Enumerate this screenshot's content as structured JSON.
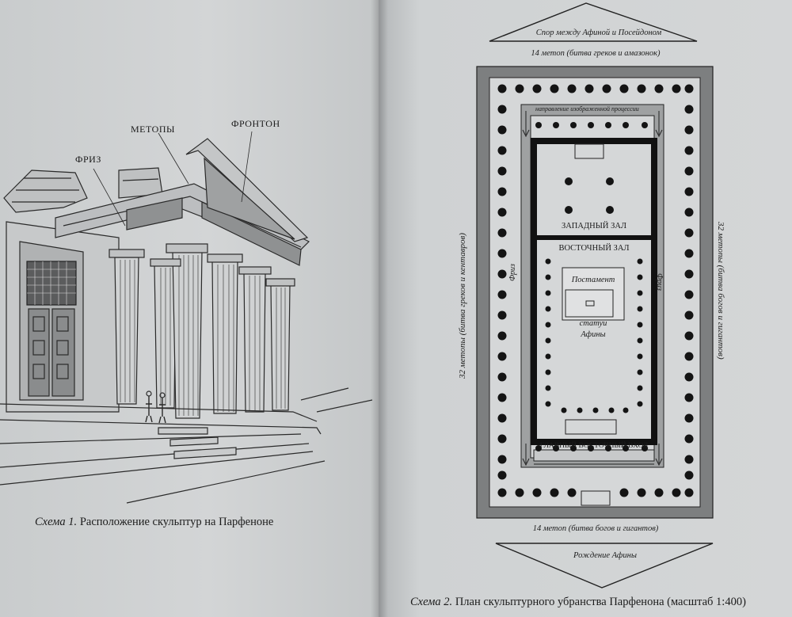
{
  "left_page": {
    "labels": {
      "frieze": "ФРИЗ",
      "metopes": "МЕТОПЫ",
      "pediment": "ФРОНТОН"
    },
    "caption": {
      "prefix": "Схема 1.",
      "text": "Расположение скульптур на Парфеноне"
    }
  },
  "right_page": {
    "top_pediment": "Спор между Афиной и Посейдоном",
    "top_metopes": "14 метоп (битва греков и амазонок)",
    "frieze_note": "направление изображенной процессии",
    "west_hall": "ЗАПАДНЫЙ ЗАЛ",
    "east_hall": "ВОСТОЧНЫЙ ЗАЛ",
    "pedestal": "Постамент",
    "statue_line1": "статуи",
    "statue_line2": "Афины",
    "frieze_left": "Фриз",
    "frieze_right": "Фриз",
    "main_entrance": "ГЛАВНЫЙ ВОСТОЧНЫЙ ВХОД",
    "left_metopes": "32 метопы (битва греков и кентавров)",
    "right_metopes": "32 метопы (битва богов и гигантов)",
    "bottom_metopes": "14 метоп (битва богов и гигантов)",
    "bottom_pediment": "Рождение Афины",
    "caption": {
      "prefix": "Схема 2.",
      "text": "План скульптурного убранства Парфенона (масштаб 1:400)"
    }
  }
}
